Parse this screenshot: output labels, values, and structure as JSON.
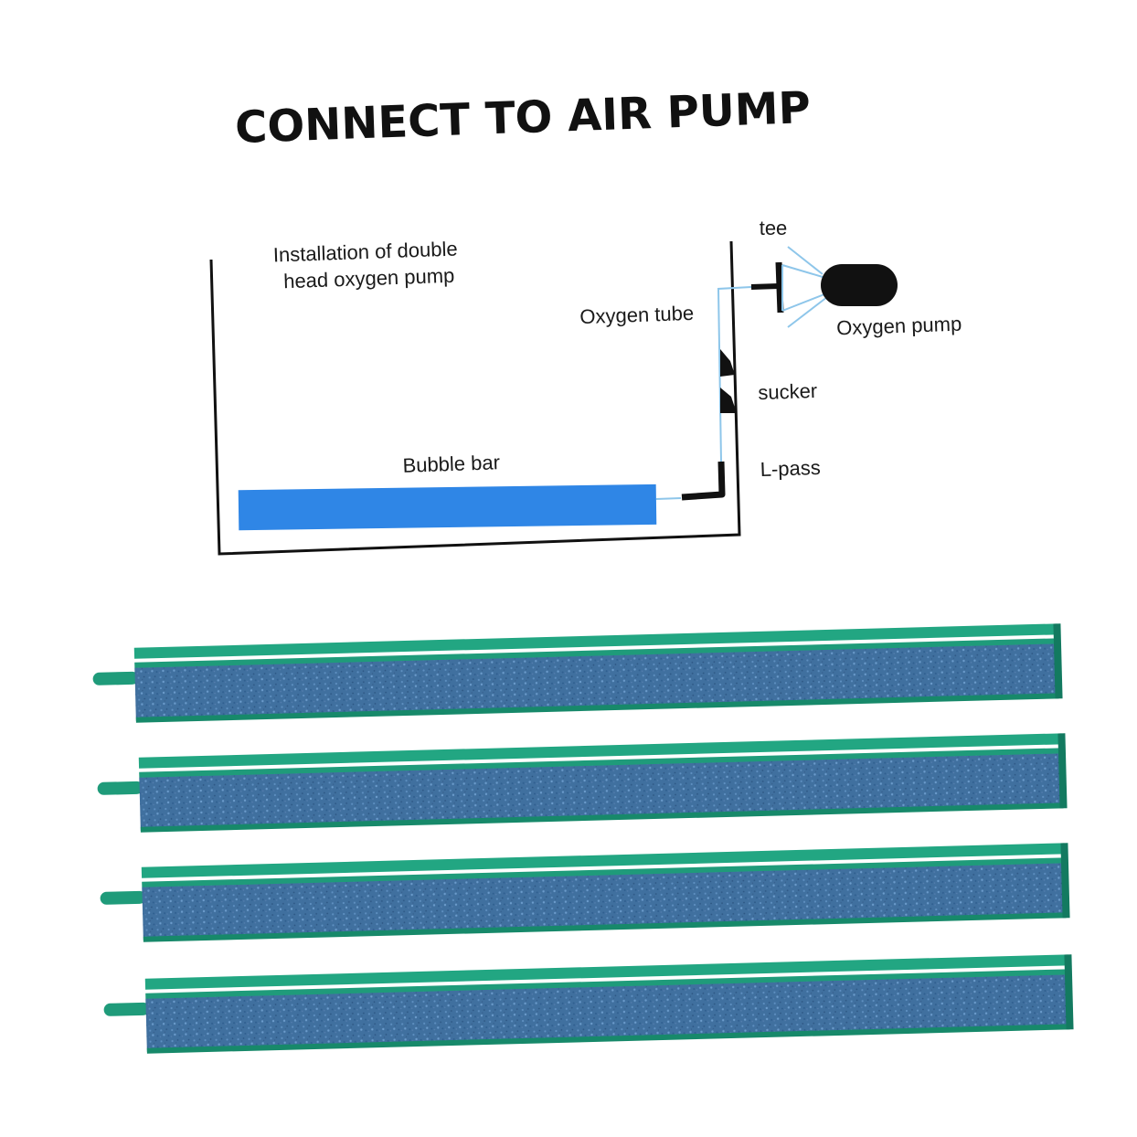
{
  "title": "CONNECT TO AIR PUMP",
  "diagram": {
    "caption_line1": "Installation of double",
    "caption_line2": "head oxygen pump",
    "labels": {
      "tee": "tee",
      "oxygen_tube": "Oxygen tube",
      "oxygen_pump": "Oxygen pump",
      "sucker": "sucker",
      "l_pass": "L-pass",
      "bubble_bar": "Bubble bar"
    }
  },
  "colors": {
    "bubble_bar": "#2f86e6",
    "tube": "#8ec6ea",
    "stone_blue": "#3f6f9f",
    "stone_green": "#1f9b7a",
    "stone_green_dark": "#137a60",
    "ink": "#111111"
  },
  "products": {
    "count": 4
  }
}
